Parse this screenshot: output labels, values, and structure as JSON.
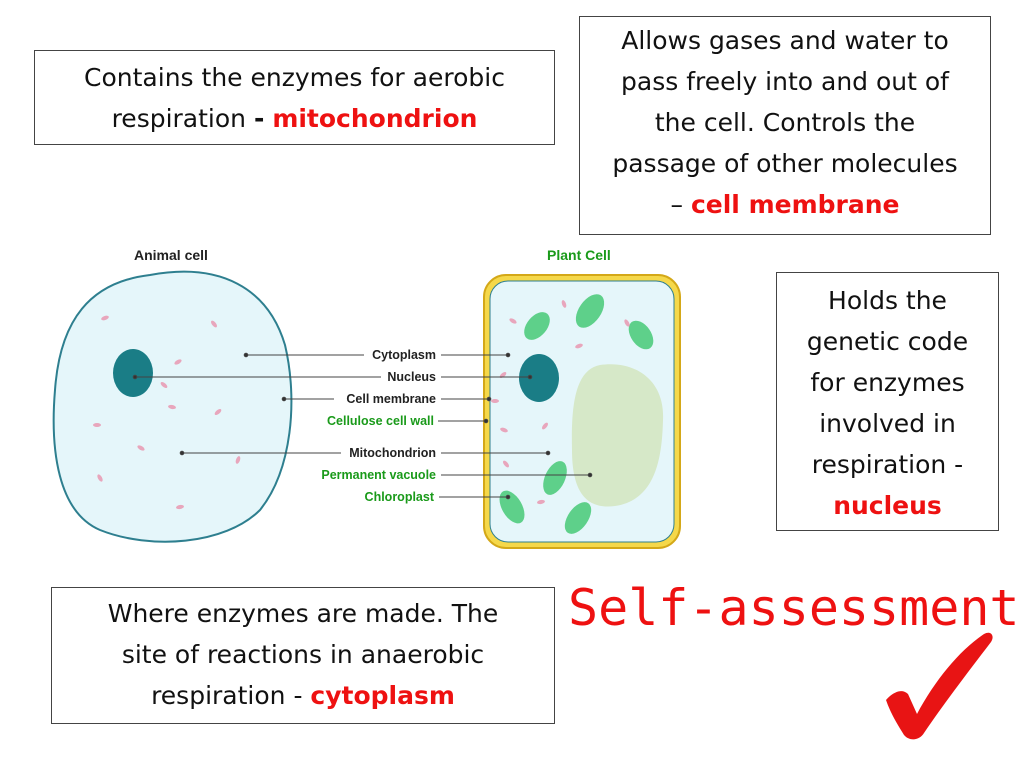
{
  "boxes": {
    "mitochondrion": {
      "line1": "Contains the enzymes for aerobic",
      "line2": "respiration",
      "sep": "-",
      "answer": "mitochondrion"
    },
    "membrane": {
      "lines": [
        "Allows gases and water to",
        "pass freely into and out of",
        "the cell. Controls the",
        "passage of other molecules"
      ],
      "sep": "–",
      "answer": "cell membrane"
    },
    "nucleus": {
      "lines": [
        "Holds the",
        "genetic code",
        "for enzymes",
        "involved in",
        "respiration -"
      ],
      "answer": "nucleus"
    },
    "cytoplasm": {
      "line1": "Where enzymes are made. The",
      "line2": "site of reactions in anaerobic",
      "line3": "respiration -",
      "answer": "cytoplasm"
    }
  },
  "self_assessment": "Self-assessment",
  "diagram": {
    "animal_title": "Animal cell",
    "plant_title": "Plant Cell",
    "labels": [
      "Cytoplasm",
      "Nucleus",
      "Cell membrane",
      "Cellulose cell wall",
      "Mitochondrion",
      "Permanent vacuole",
      "Chloroplast"
    ]
  },
  "colors": {
    "answer": "#ee1111",
    "plant_title": "#1a9a1a",
    "cell_fill": "#e5f6fa",
    "cell_outline": "#2e7f8f",
    "nucleus": "#1a7d86",
    "cell_wall": "#f5d84a",
    "chloroplast": "#5ed08a",
    "vacuole": "#d6e8c8",
    "mitochondria": "#e8a6bc"
  },
  "icons": [
    "check-mark-icon"
  ]
}
